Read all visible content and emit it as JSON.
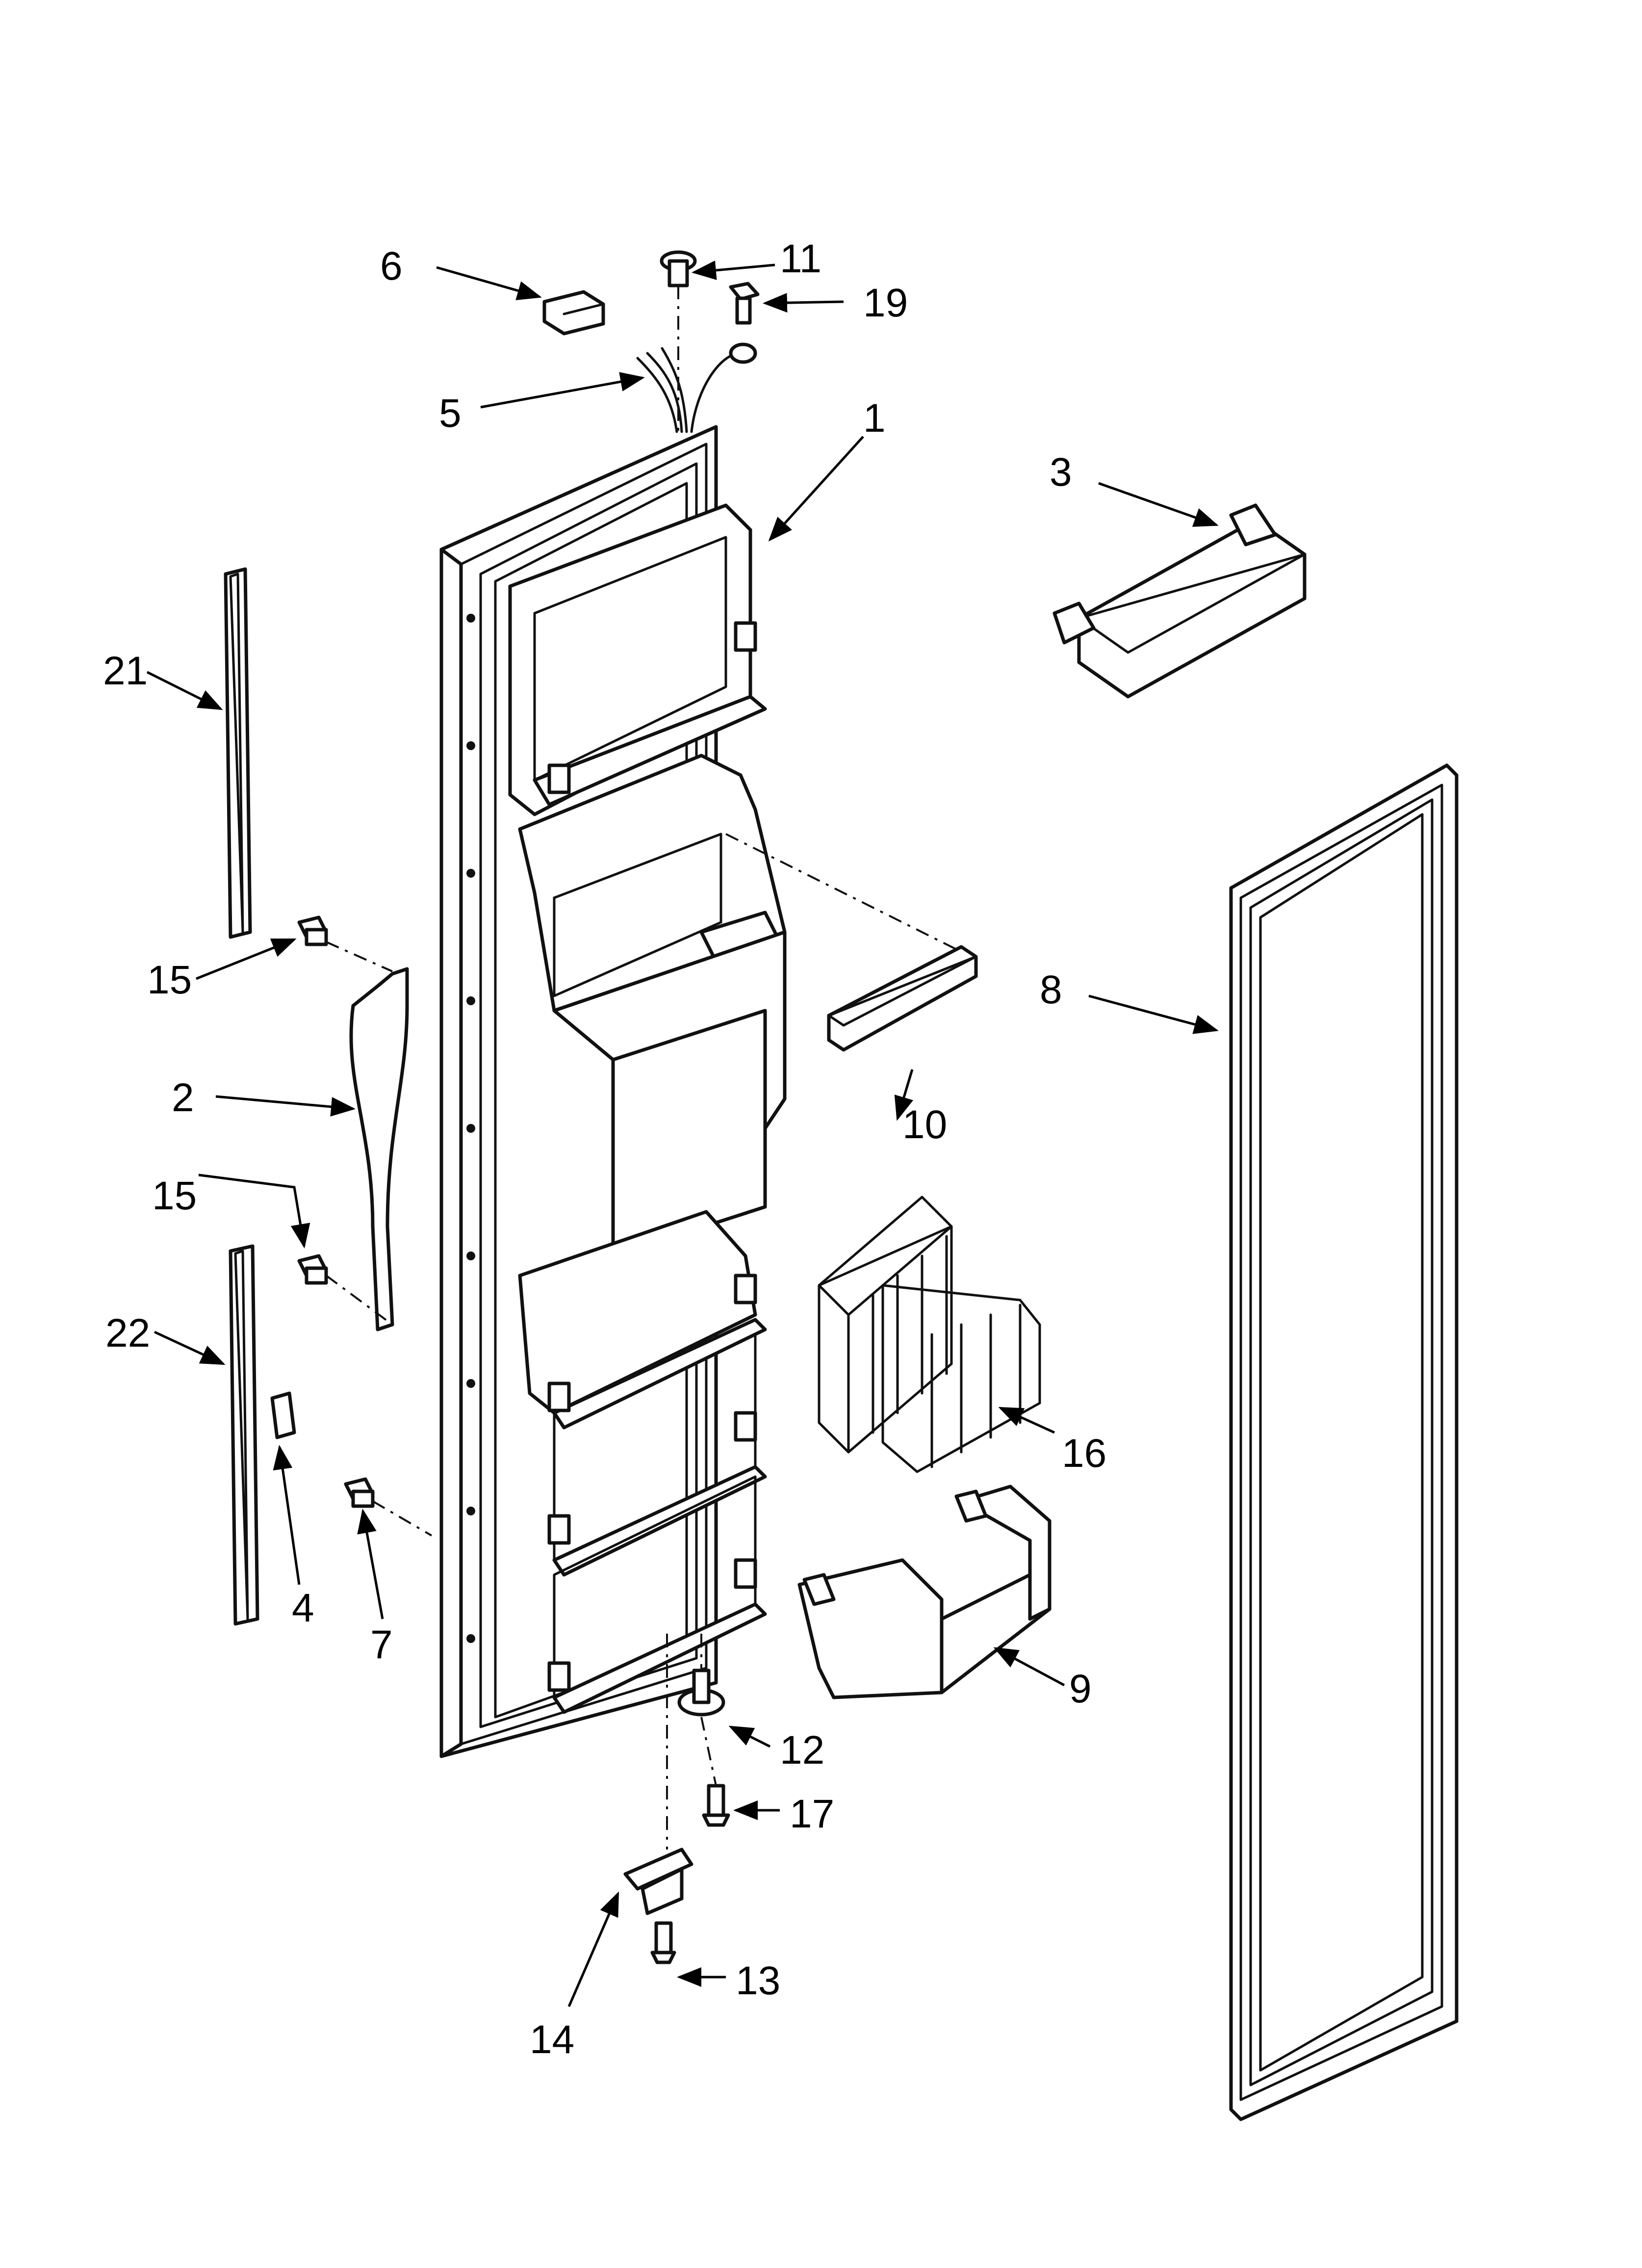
{
  "diagram": {
    "callouts": [
      {
        "id": "1",
        "text": "1"
      },
      {
        "id": "2",
        "text": "2"
      },
      {
        "id": "3",
        "text": "3"
      },
      {
        "id": "4",
        "text": "4"
      },
      {
        "id": "5",
        "text": "5"
      },
      {
        "id": "6",
        "text": "6"
      },
      {
        "id": "7",
        "text": "7"
      },
      {
        "id": "8",
        "text": "8"
      },
      {
        "id": "9",
        "text": "9"
      },
      {
        "id": "10",
        "text": "10"
      },
      {
        "id": "11",
        "text": "11"
      },
      {
        "id": "12",
        "text": "12"
      },
      {
        "id": "13",
        "text": "13"
      },
      {
        "id": "14",
        "text": "14"
      },
      {
        "id": "15a",
        "text": "15"
      },
      {
        "id": "15b",
        "text": "15"
      },
      {
        "id": "16",
        "text": "16"
      },
      {
        "id": "17",
        "text": "17"
      },
      {
        "id": "19",
        "text": "19"
      },
      {
        "id": "21",
        "text": "21"
      },
      {
        "id": "22",
        "text": "22"
      }
    ]
  }
}
